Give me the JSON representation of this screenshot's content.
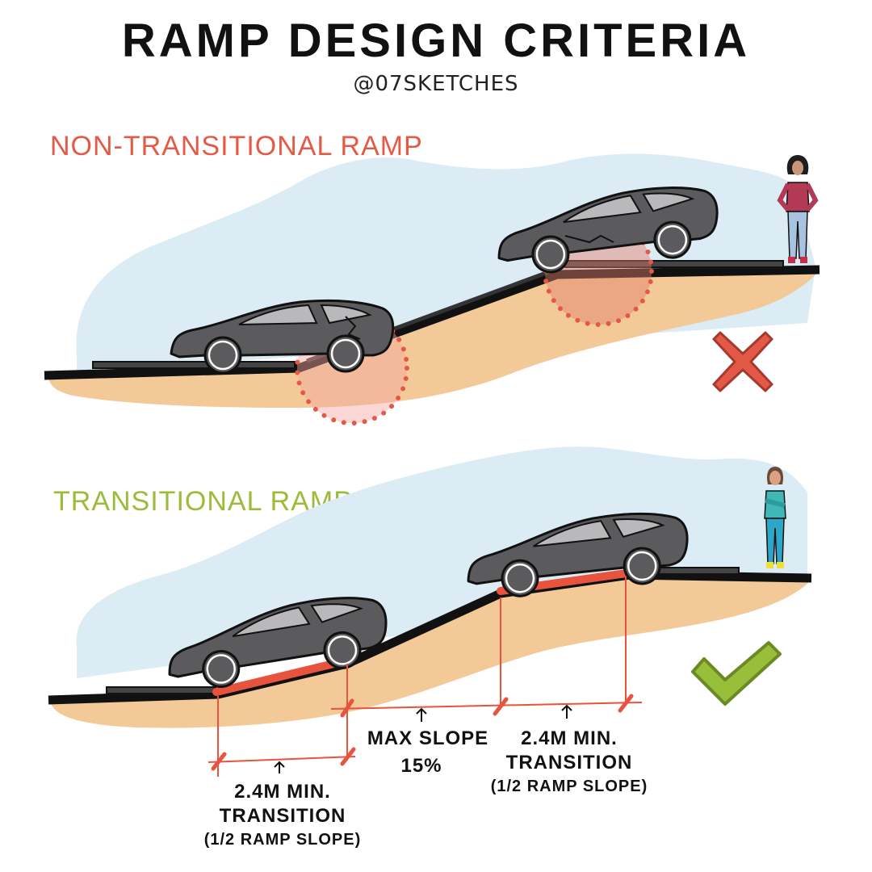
{
  "title": "RAMP DESIGN CRITERIA",
  "handle": "@07SKETCHES",
  "sections": {
    "non_transitional": {
      "label": "NON-TRANSITIONAL RAMP",
      "verdict": "incorrect"
    },
    "transitional": {
      "label": "TRANSITIONAL RAMP",
      "verdict": "correct"
    }
  },
  "annotations": {
    "left_transition": {
      "line1": "2.4M MIN.",
      "line2": "TRANSITION",
      "line3": "(1/2 RAMP SLOPE)"
    },
    "max_slope": {
      "line1": "MAX SLOPE",
      "line2": "15%"
    },
    "right_transition": {
      "line1": "2.4M MIN.",
      "line2": "TRANSITION",
      "line3": "(1/2 RAMP SLOPE)"
    }
  },
  "colors": {
    "sky": "#dcecf4",
    "ground": "#f3c998",
    "road": "#111111",
    "car": "#5b5b5d",
    "danger": "#e25a47",
    "danger_fill": "#f6c1bb",
    "transition": "#e8533d",
    "check": "#98bf3a",
    "cross": "#e25a47"
  },
  "icons": [
    "cross-icon",
    "check-icon",
    "person-icon",
    "car-icon"
  ]
}
